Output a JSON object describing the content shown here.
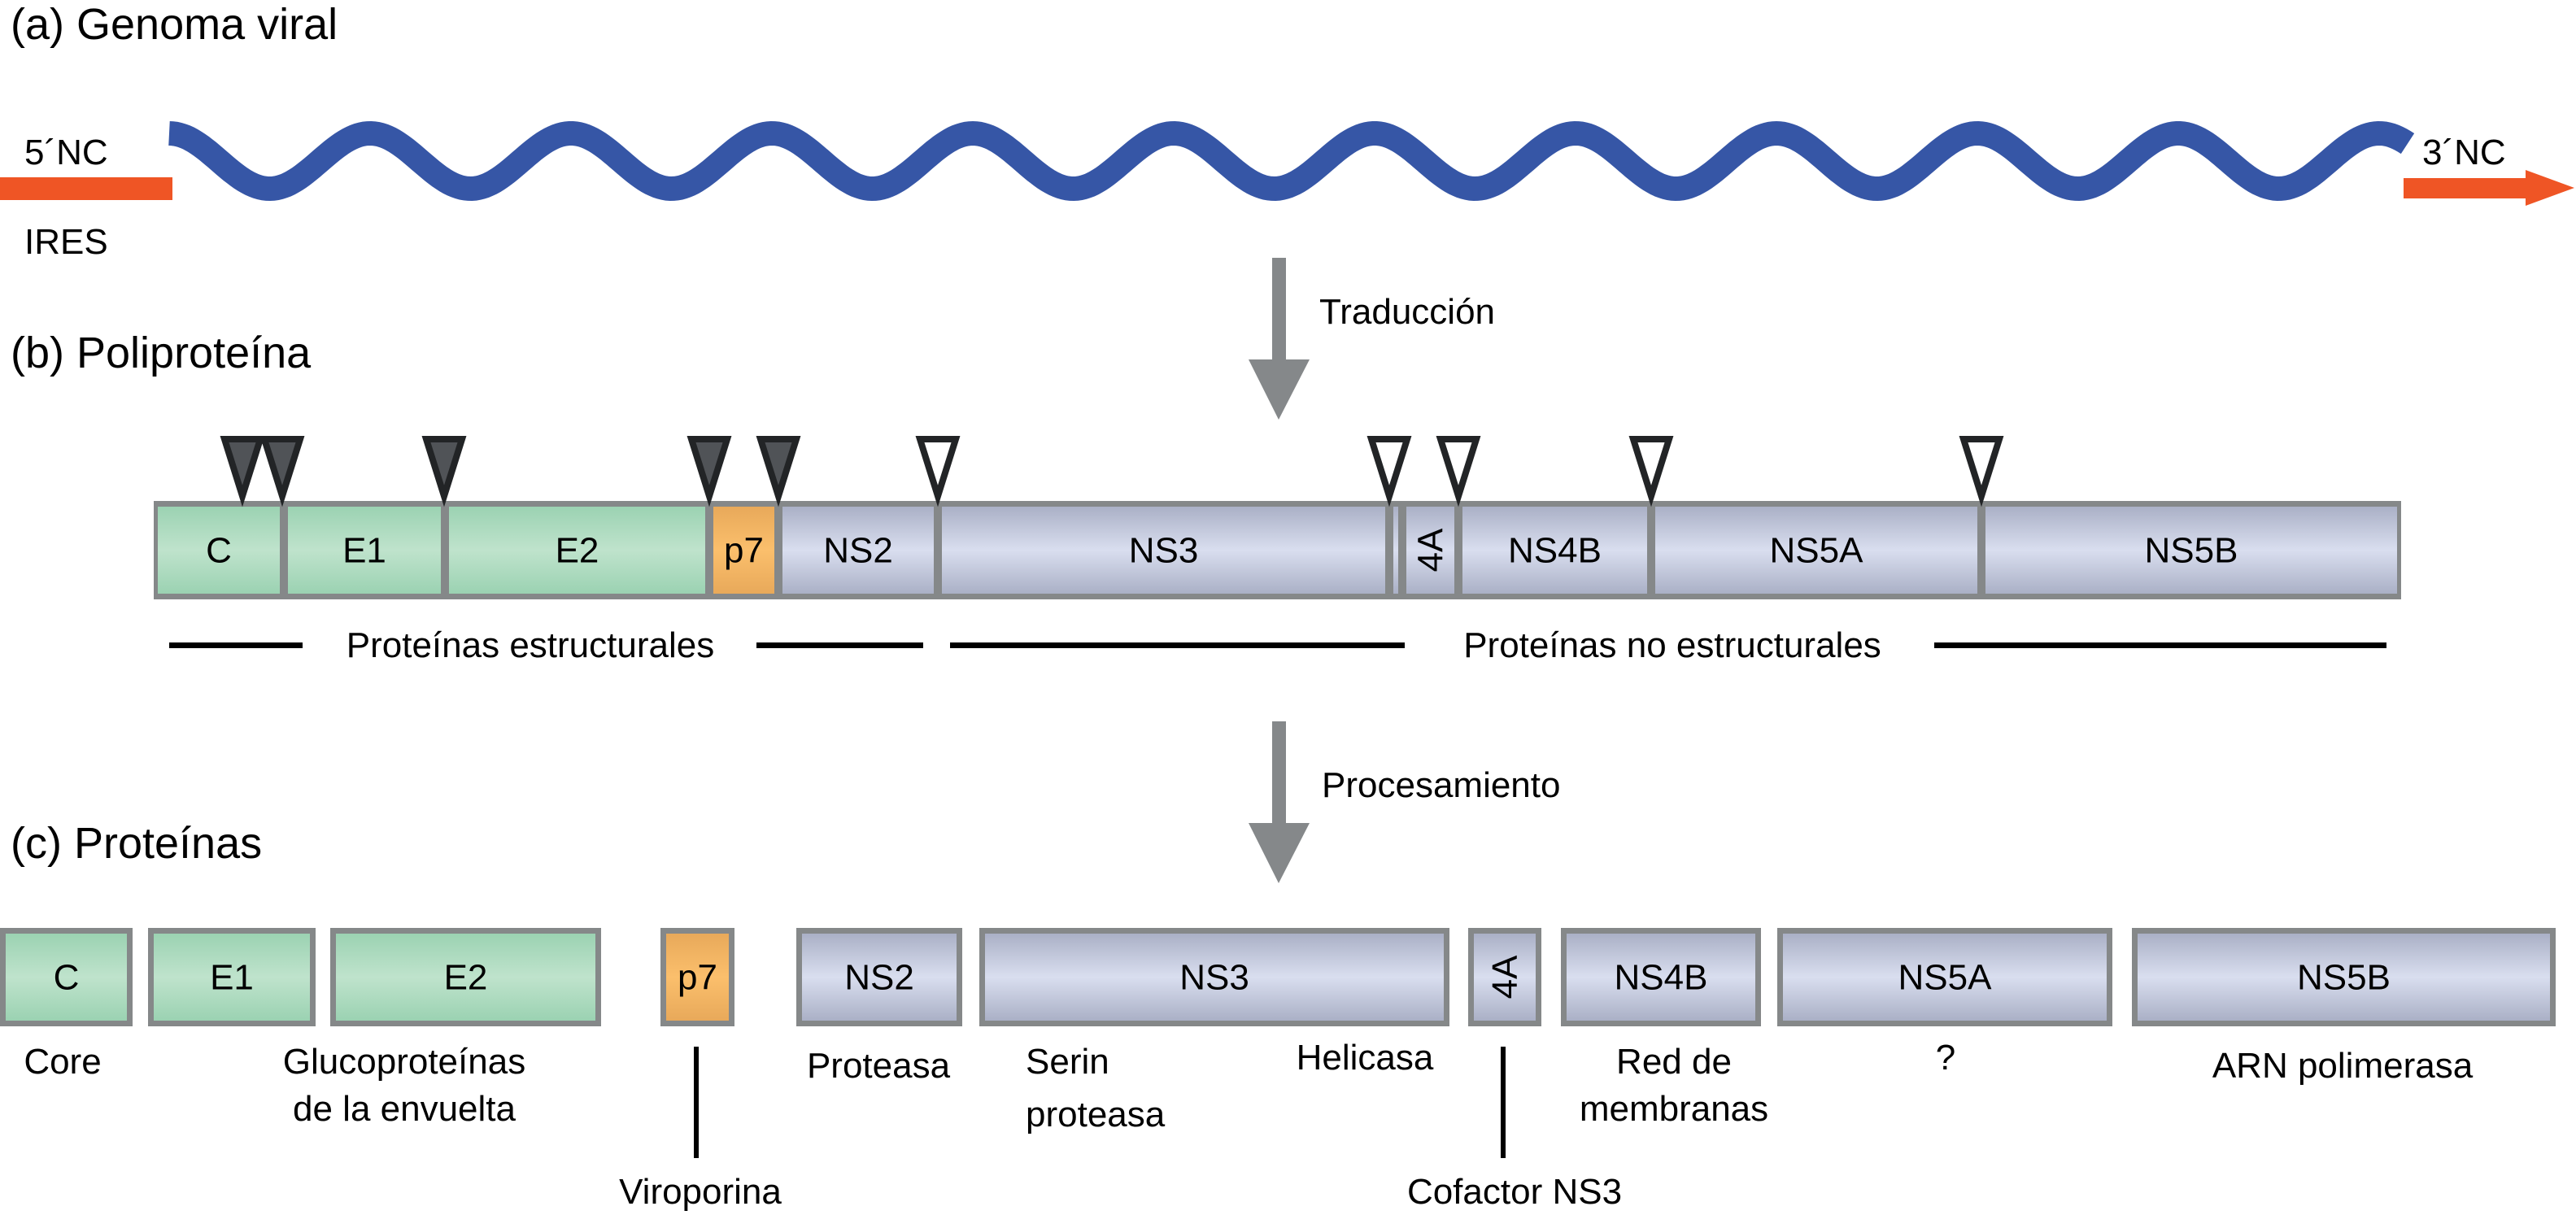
{
  "sections": {
    "genome": {
      "title": "(a) Genoma viral",
      "five_prime_label": "5´NC",
      "ires_label": "IRES",
      "three_prime_label": "3´NC"
    },
    "polyprotein": {
      "title": "(b) Poliproteína",
      "arrow_label": "Traducción",
      "segments": [
        {
          "label": "C",
          "class": "structural"
        },
        {
          "label": "E1",
          "class": "structural"
        },
        {
          "label": "E2",
          "class": "structural"
        },
        {
          "label": "p7",
          "class": "viroporin"
        },
        {
          "label": "NS2",
          "class": "nonstructural"
        },
        {
          "label": "NS3",
          "class": "nonstructural"
        },
        {
          "label": "",
          "class": "nonstructural"
        },
        {
          "label": "4A",
          "class": "nonstructural",
          "rotated": true
        },
        {
          "label": "NS4B",
          "class": "nonstructural"
        },
        {
          "label": "NS5A",
          "class": "nonstructural"
        },
        {
          "label": "NS5B",
          "class": "nonstructural"
        }
      ],
      "cleavage_sites": [
        {
          "between": "C / C",
          "type": "host"
        },
        {
          "between": "C / E1",
          "type": "host"
        },
        {
          "between": "E1 / E2",
          "type": "host"
        },
        {
          "between": "E2 / p7",
          "type": "host"
        },
        {
          "between": "p7 / NS2",
          "type": "host"
        },
        {
          "between": "NS2 / NS3",
          "type": "viral"
        },
        {
          "between": "NS3 / 4A",
          "type": "viral"
        },
        {
          "between": "4A / NS4B",
          "type": "viral"
        },
        {
          "between": "NS4B / NS5A",
          "type": "viral"
        },
        {
          "between": "NS5A / NS5B",
          "type": "viral"
        }
      ],
      "structural_label": "Proteínas estructurales",
      "nonstructural_label": "Proteínas no estructurales"
    },
    "proteins": {
      "title": "(c) Proteínas",
      "arrow_label": "Procesamiento",
      "boxes": [
        {
          "label": "C",
          "class": "structural"
        },
        {
          "label": "E1",
          "class": "structural"
        },
        {
          "label": "E2",
          "class": "structural"
        },
        {
          "label": "p7",
          "class": "viroporin"
        },
        {
          "label": "NS2",
          "class": "nonstructural"
        },
        {
          "label": "NS3",
          "class": "nonstructural"
        },
        {
          "label": "4A",
          "class": "nonstructural",
          "rotated": true
        },
        {
          "label": "NS4B",
          "class": "nonstructural"
        },
        {
          "label": "NS5A",
          "class": "nonstructural"
        },
        {
          "label": "NS5B",
          "class": "nonstructural"
        }
      ],
      "functions": {
        "core": "Core",
        "glyco_1": "Glucoproteínas",
        "glyco_2": "de la envuelta",
        "viroporin": "Viroporina",
        "protease": "Proteasa",
        "serin_1": "Serin",
        "serin_2": "proteasa",
        "helicase": "Helicasa",
        "cofactor": "Cofactor NS3",
        "membrane_1": "Red de",
        "membrane_2": "membranas",
        "unknown": "?",
        "polymerase": "ARN polimerasa"
      }
    }
  },
  "colors": {
    "rna_wave": "#3656a6",
    "noncoding": "#ef5525",
    "arrow": "#85888a",
    "box_border": "#858889",
    "structural_edge": "#9bd2b2",
    "structural_mid": "#bfe3cc",
    "viroporin_edge": "#e8a95a",
    "viroporin_mid": "#fbbf6c",
    "nonstructural_edge": "#aab0c6",
    "nonstructural_mid": "#d9deef",
    "host_site": "#505357",
    "viral_site": "#ffffff",
    "site_stroke": "#222426"
  }
}
